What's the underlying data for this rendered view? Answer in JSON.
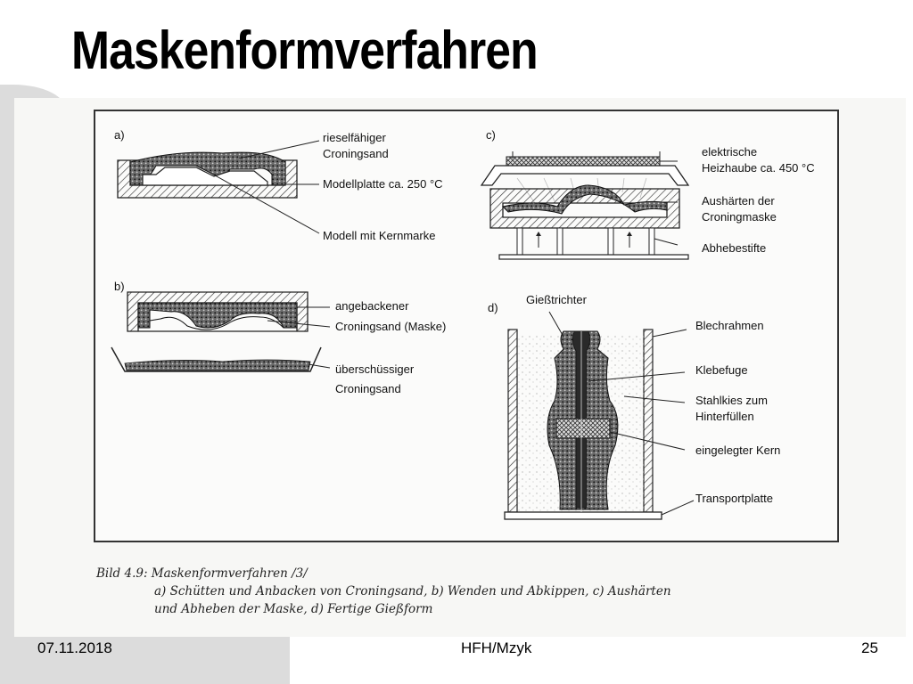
{
  "slide": {
    "title": "Maskenformverfahren",
    "footer": {
      "date": "07.11.2018",
      "center": "HFH/Mzyk",
      "page": "25"
    }
  },
  "figure": {
    "panels": {
      "a": {
        "label": "a)",
        "annotations": [
          "rieselfähiger",
          "Croningsand",
          "Modellplatte ca. 250 °C",
          "Modell mit Kernmarke"
        ]
      },
      "b": {
        "label": "b)",
        "annotations": [
          "angebackener",
          "Croningsand (Maske)",
          "überschüssiger",
          "Croningsand"
        ]
      },
      "c": {
        "label": "c)",
        "annotations": [
          "elektrische",
          "Heizhaube ca. 450 °C",
          "Aushärten der",
          "Croningmaske",
          "Abhebestifte"
        ]
      },
      "d": {
        "label": "d)",
        "annotations": [
          "Gießtrichter",
          "Blechrahmen",
          "Klebefuge",
          "Stahlkies zum",
          "Hinterfüllen",
          "eingelegter Kern",
          "Transportplatte"
        ]
      }
    },
    "caption": {
      "line1": "Bild 4.9:  Maskenformverfahren /3/",
      "line2": "a) Schütten und Anbacken von Croningsand, b) Wenden und Abkippen, c) Aushärten",
      "line3": "und Abheben der Maske, d) Fertige Gießform"
    }
  }
}
